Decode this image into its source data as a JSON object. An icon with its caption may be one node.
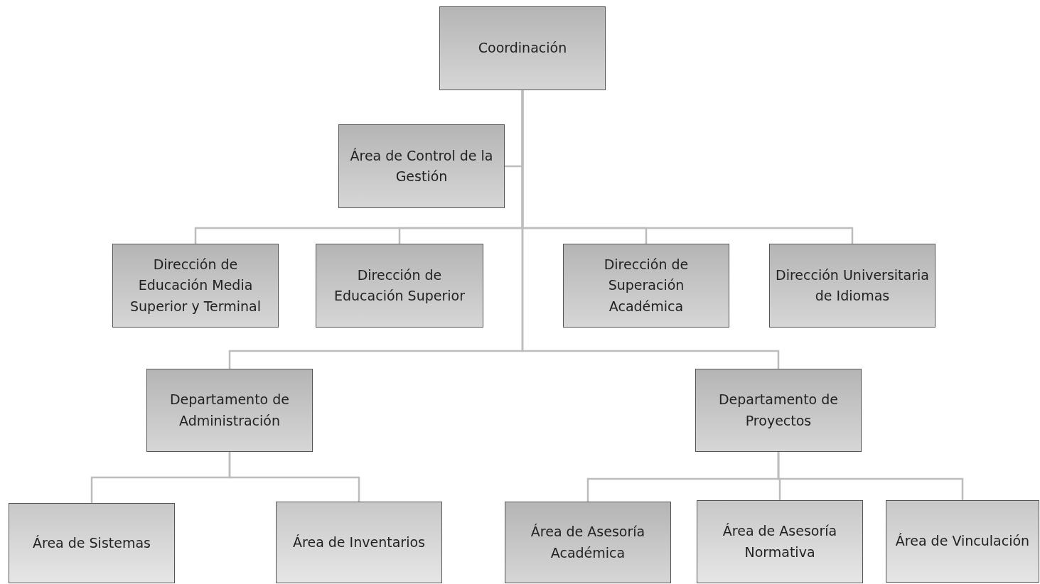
{
  "diagram": {
    "nodes": [
      {
        "text": [
          "Coordinación"
        ]
      },
      {
        "text": [
          "Área de Control de la Gestión"
        ]
      },
      {
        "text": [
          "Dirección de Educación Media Superior y Terminal"
        ]
      },
      {
        "text": [
          "Dirección de Educación Superior"
        ]
      },
      {
        "text": [
          "Dirección de Superación Académica"
        ]
      },
      {
        "text": [
          "Dirección Universitaria de Idiomas"
        ]
      },
      {
        "text": [
          "Departamento de Administración"
        ]
      },
      {
        "text": [
          "Departamento de Proyectos"
        ]
      },
      {
        "text": [
          "Área de Sistemas"
        ]
      },
      {
        "text": [
          "Área de Inventarios"
        ]
      },
      {
        "text": [
          "Área de Asesoría Académica"
        ]
      },
      {
        "text": [
          "Área de Asesoría Normativa"
        ]
      },
      {
        "text": [
          "Área de Vinculación"
        ]
      }
    ],
    "edges": [
      {
        "from": 0,
        "to": 1,
        "arrow": "none"
      },
      {
        "from": 0,
        "to": 2,
        "arrow": "none"
      },
      {
        "from": 0,
        "to": 3,
        "arrow": "none"
      },
      {
        "from": 0,
        "to": 4,
        "arrow": "none"
      },
      {
        "from": 0,
        "to": 5,
        "arrow": "none"
      },
      {
        "from": 0,
        "to": 6,
        "arrow": "none"
      },
      {
        "from": 0,
        "to": 7,
        "arrow": "none"
      },
      {
        "from": 6,
        "to": 8,
        "arrow": "none"
      },
      {
        "from": 6,
        "to": 9,
        "arrow": "none"
      },
      {
        "from": 7,
        "to": 10,
        "arrow": "none"
      },
      {
        "from": 7,
        "to": 11,
        "arrow": "none"
      },
      {
        "from": 7,
        "to": 12,
        "arrow": "none"
      }
    ]
  }
}
